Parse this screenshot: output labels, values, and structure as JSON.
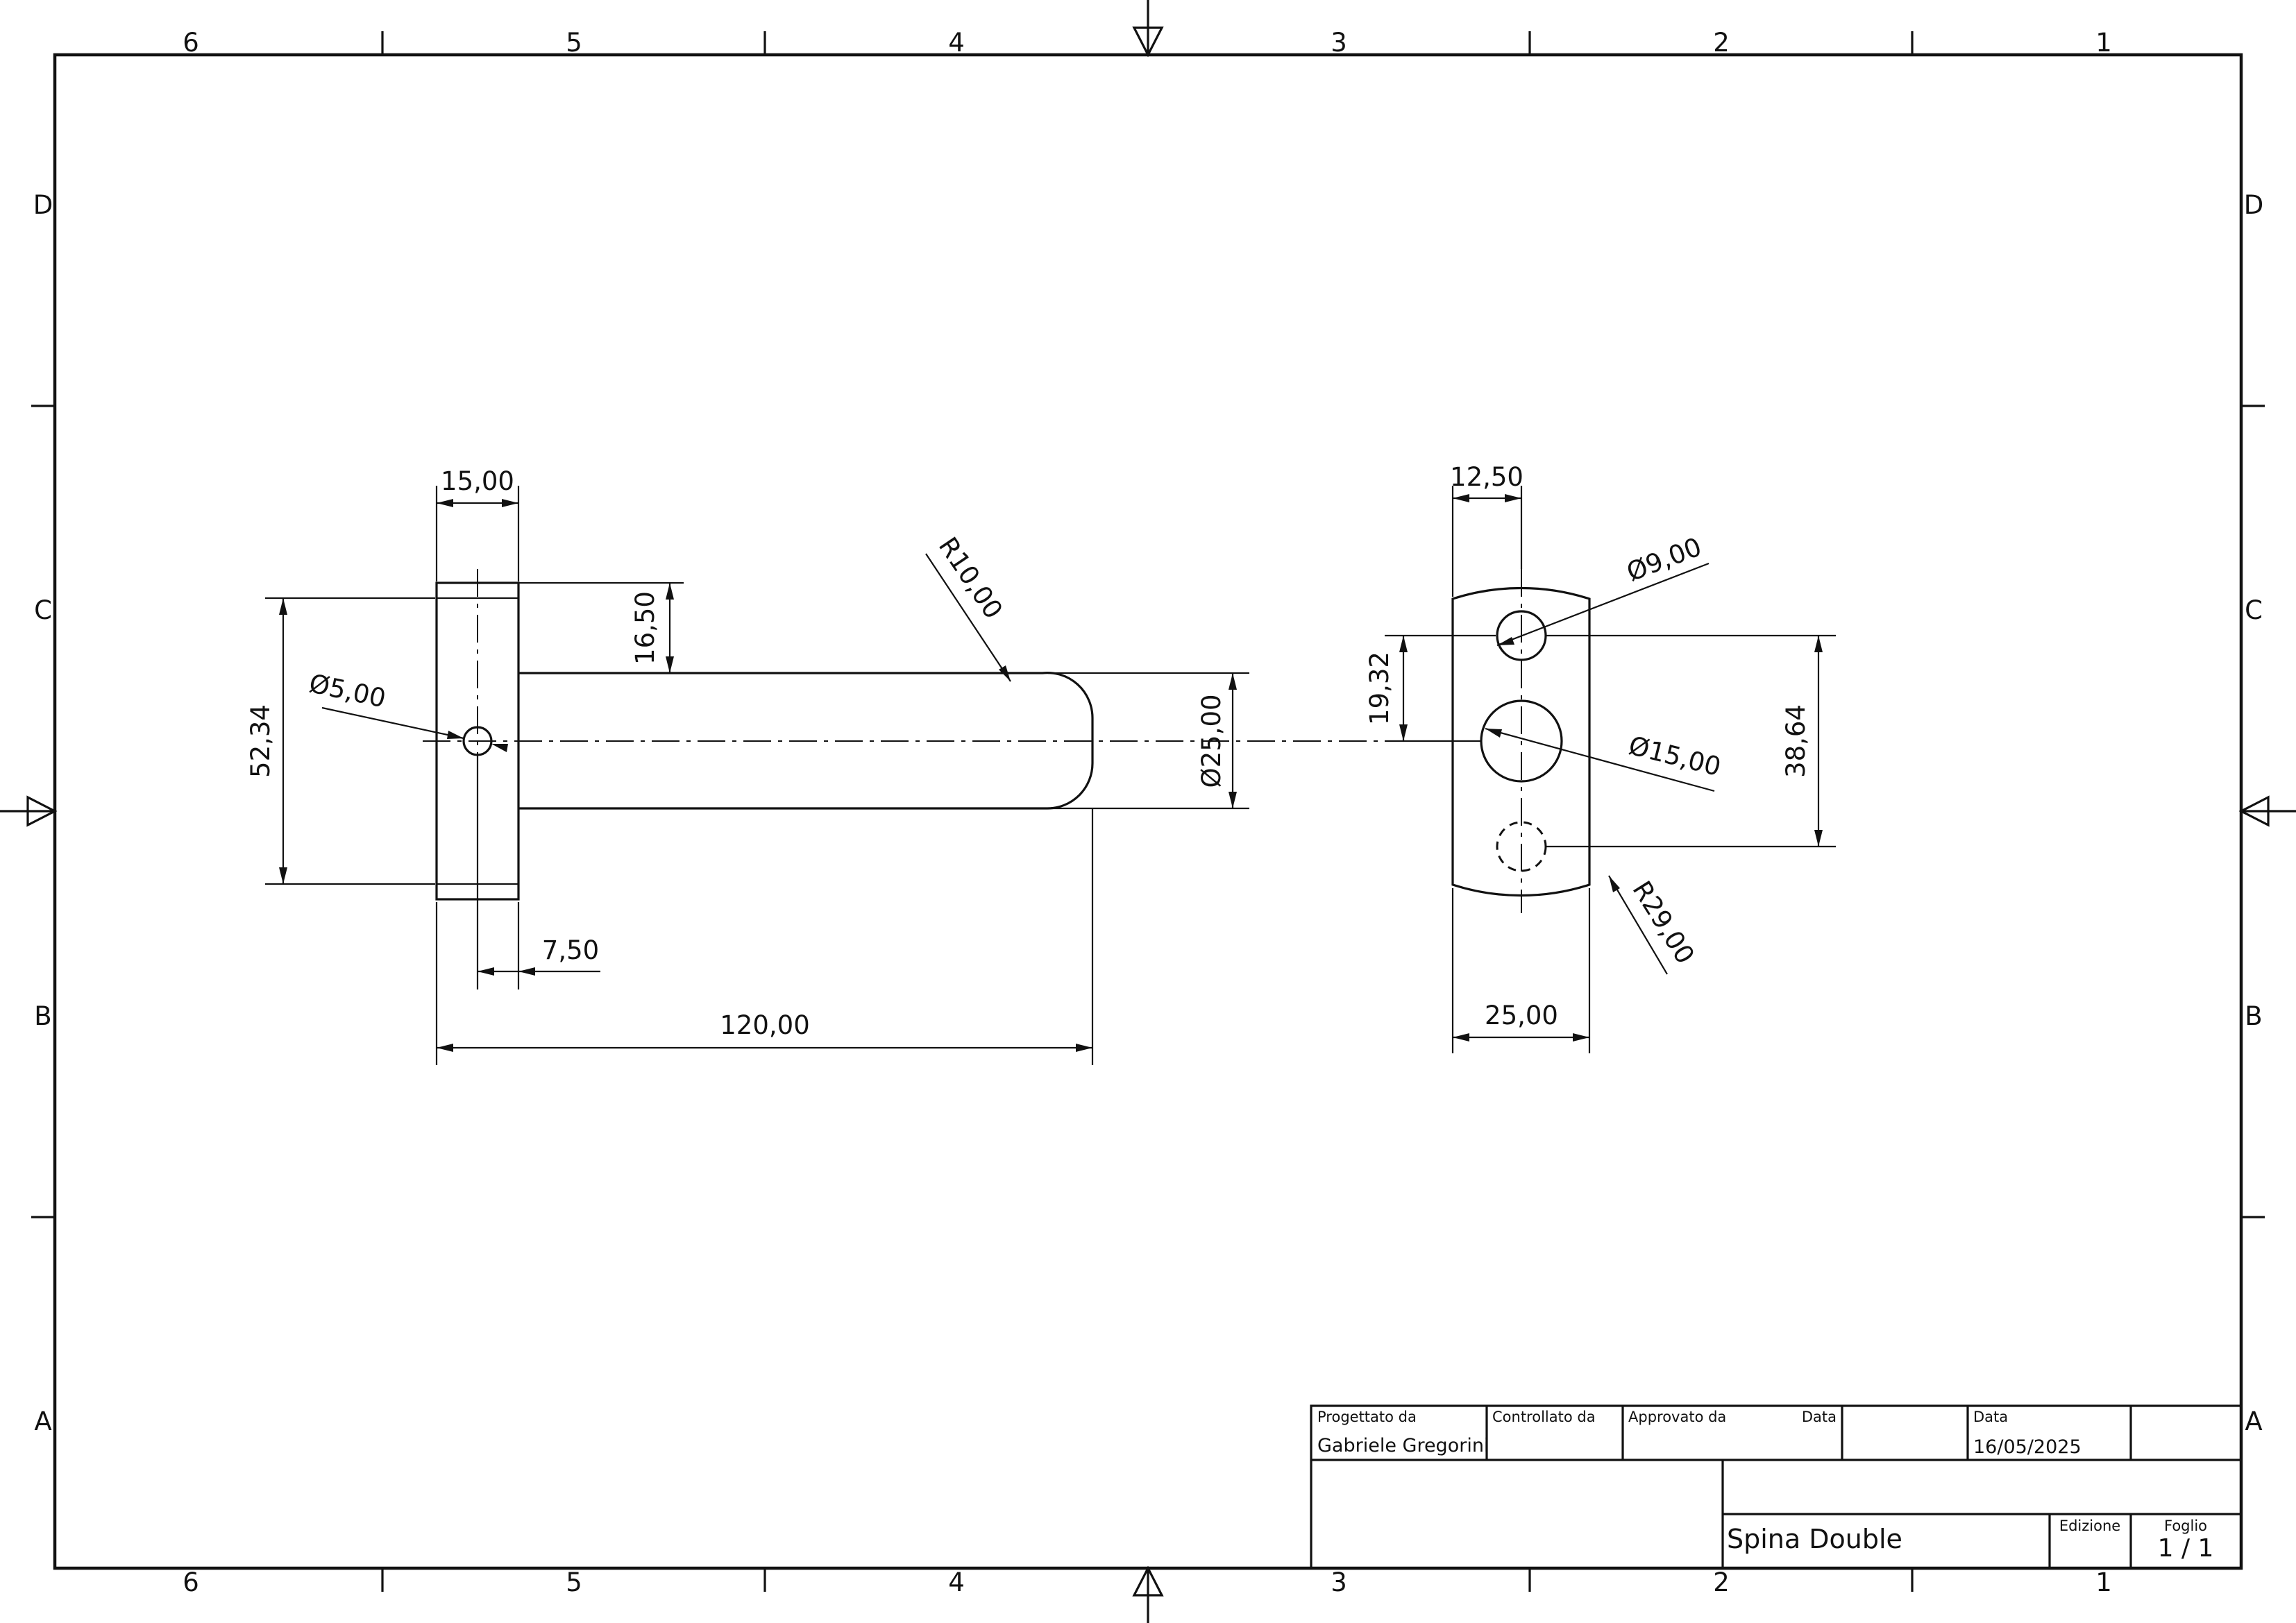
{
  "border": {
    "columns": [
      "6",
      "5",
      "4",
      "3",
      "2",
      "1"
    ],
    "rows": [
      "D",
      "C",
      "B",
      "A"
    ]
  },
  "dimensions": {
    "flange_thickness": "15,00",
    "offset_from_flange": "16,50",
    "flange_height": "52,34",
    "small_hole_dia": "Ø5,00",
    "end_radius": "R10,00",
    "shaft_dia": "Ø25,00",
    "hole_offset": "7,50",
    "overall_length": "120,00",
    "half_width": "12,50",
    "top_hole_dia": "Ø9,00",
    "hole_spacing": "19,32",
    "center_hole_dia": "Ø15,00",
    "outer_hole_spacing": "38,64",
    "arc_radius": "R29,00",
    "plate_width": "25,00"
  },
  "title_block": {
    "designed_by_label": "Progettato da",
    "designed_by": "Gabriele Gregorini",
    "checked_by_label": "Controllato da",
    "approved_by_label": "Approvato da",
    "date_label_1": "Data",
    "date_label_2": "Data",
    "date": "16/05/2025",
    "title": "Spina Double",
    "edition_label": "Edizione",
    "sheet_label": "Foglio",
    "sheet": "1 / 1"
  }
}
